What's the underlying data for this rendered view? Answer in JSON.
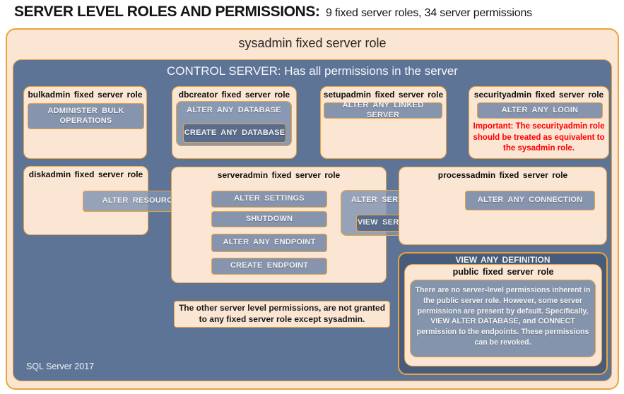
{
  "colors": {
    "gold_border": "#EBA33C",
    "slate_blue_background": "#5D7496",
    "dark_slate_box": "#475C7C",
    "peach_box": "#FBE5D3",
    "permission_button": "#8694AE",
    "dark_permission_button": "#5A6C8C",
    "warning_red": "#FF0000"
  },
  "header": {
    "title_bold": "SERVER LEVEL ROLES AND PERMISSIONS:",
    "title_detail": "9 fixed server roles, 34 server permissions"
  },
  "sysadmin": {
    "title": "sysadmin fixed server role"
  },
  "control_server": {
    "title": "CONTROL SERVER: Has all permissions in the server",
    "footer": "SQL Server 2017"
  },
  "roles": {
    "bulkadmin": {
      "title": "bulkadmin fixed server role",
      "permissions": [
        "ADMINISTER BULK OPERATIONS"
      ]
    },
    "dbcreator": {
      "title": "dbcreator fixed server role",
      "outer_permission": "ALTER ANY DATABASE",
      "nested_permission": "CREATE ANY DATABASE"
    },
    "setupadmin": {
      "title": "setupadmin fixed server role",
      "permissions": [
        "ALTER ANY LINKED SERVER"
      ]
    },
    "securityadmin": {
      "title": "securityadmin fixed server role",
      "permissions": [
        "ALTER ANY LOGIN"
      ],
      "warning": "Important: The securityadmin role should be treated as equivalent to the sysadmin role."
    },
    "diskadmin": {
      "title": "diskadmin fixed server role",
      "permissions": [
        "ALTER RESOURCES"
      ]
    },
    "serveradmin": {
      "title": "serveradmin fixed server role",
      "permissions": [
        "ALTER SETTINGS",
        "SHUTDOWN",
        "ALTER ANY ENDPOINT",
        "CREATE ENDPOINT"
      ],
      "outer_permission": "ALTER SERVER STATE",
      "nested_permission": "VIEW SERVER STATE"
    },
    "processadmin": {
      "title": "processadmin fixed server role",
      "permissions": [
        "ALTER ANY CONNECTION"
      ]
    },
    "public": {
      "banner": "VIEW ANY DEFINITION",
      "title": "public fixed server role",
      "description": "There are no server-level permissions inherent in the public server role. However, some server permissions are present by default. Specifically, VIEW ALTER DATABASE, and CONNECT permission to the endpoints. These permissions can be revoked."
    }
  },
  "note": "The other server level permissions, are not granted to any fixed server role except sysadmin."
}
